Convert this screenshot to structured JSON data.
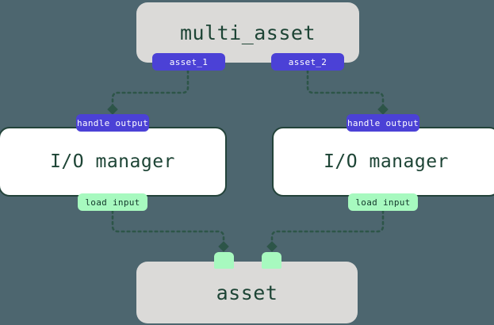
{
  "diagram": {
    "type": "dependency-graph",
    "background_color": "#4d666f",
    "edge_color": "#2d5548",
    "nodes": [
      {
        "id": "multi_asset",
        "label": "multi_asset",
        "kind": "asset-group",
        "fill": "#dbdad8"
      },
      {
        "id": "io_manager_left",
        "label": "I/O manager",
        "kind": "io-manager",
        "fill": "#ffffff"
      },
      {
        "id": "io_manager_right",
        "label": "I/O manager",
        "kind": "io-manager",
        "fill": "#ffffff"
      },
      {
        "id": "asset",
        "label": "asset",
        "kind": "asset",
        "fill": "#dbdad8"
      }
    ],
    "badges": {
      "asset_1": "asset_1",
      "asset_2": "asset_2",
      "handle_output_left": "handle output",
      "handle_output_right": "handle output",
      "load_input_left": "load input",
      "load_input_right": "load input"
    },
    "badge_colors": {
      "output": "#4b41d6",
      "input": "#a7f9bf"
    }
  }
}
